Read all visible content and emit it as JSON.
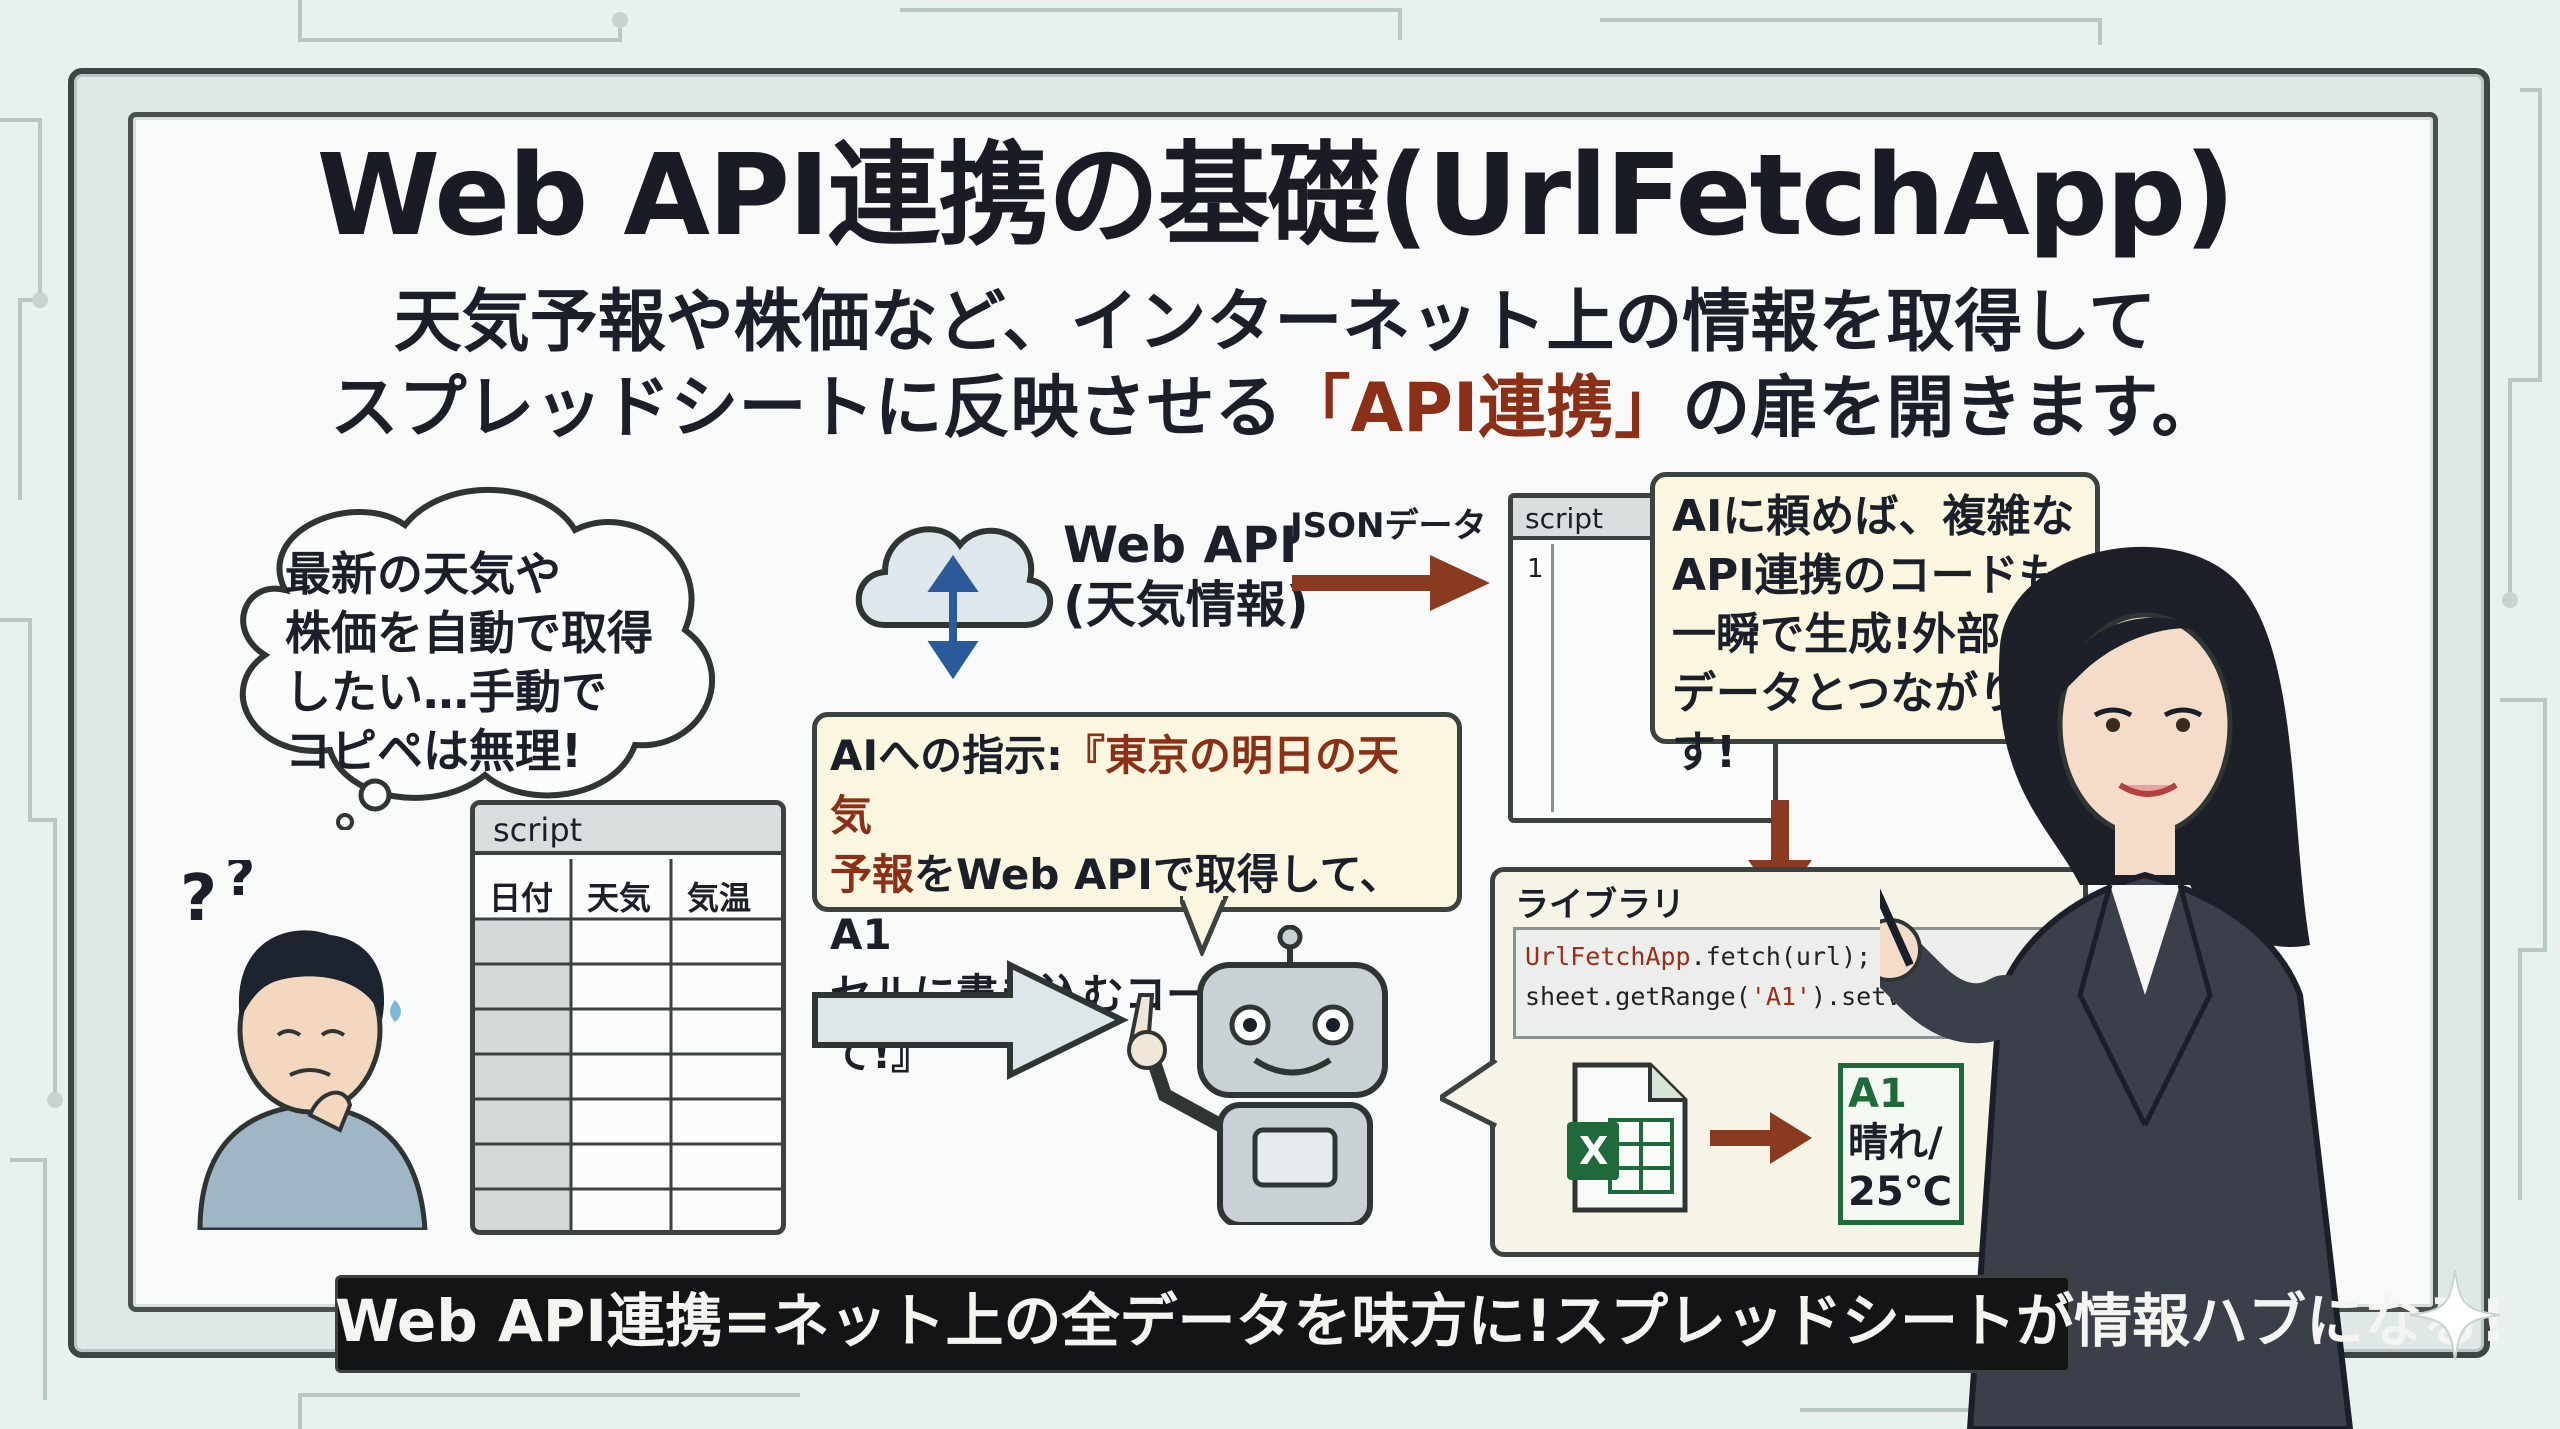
{
  "title": "Web API連携の基礎(UrlFetchApp)",
  "subtitle": {
    "line1": "天気予報や株価など、インターネット上の情報を取得して",
    "line2_pre": "スプレッドシートに反映させる",
    "line2_highlight": "「API連携」",
    "line2_post": "の扉を開きます。"
  },
  "thought": {
    "lines": [
      "最新の天気や",
      "株価を自動で取得",
      "したい…手動で",
      "コピペは無理!"
    ]
  },
  "left_sheet": {
    "title": "script",
    "columns": [
      "日付",
      "天気",
      "気温"
    ]
  },
  "api": {
    "label_line1": "Web API",
    "label_line2": "(天気情報)",
    "json_label": "JSONデータ"
  },
  "instruction": {
    "prefix": "AIへの指示:",
    "line1_quote": "『東京の明日の天気",
    "line2_a": "予報",
    "line2_b": "をWeb APIで取得して、A1",
    "line3": "セルに書き込むコードを教えて!』"
  },
  "editor": {
    "title": "script",
    "line_no": "1"
  },
  "callout": {
    "lines": [
      "AIに頼めば、複雑な",
      "API連携のコードも",
      "一瞬で生成!外部",
      "データとつながります!"
    ]
  },
  "library": {
    "title": "ライブラリ",
    "code_line1_red": "UrlFetchApp",
    "code_line1_rest": ".fetch(url);",
    "code_line2_a": "sheet.getRange(",
    "code_line2_red": "'A1'",
    "code_line2_b": ").setValue(weather);",
    "cell_lines": [
      "A1",
      "晴れ/",
      "25℃"
    ]
  },
  "banner": {
    "text": "Web API連携=ネット上の全データを味方に!スプレッドシートが情報ハブになる!"
  },
  "colors": {
    "accent_red": "#8b2f16",
    "bubble_bg": "#fbf6df",
    "excel_green": "#1f6a3a",
    "arrow_blue": "#2a5a9a"
  }
}
